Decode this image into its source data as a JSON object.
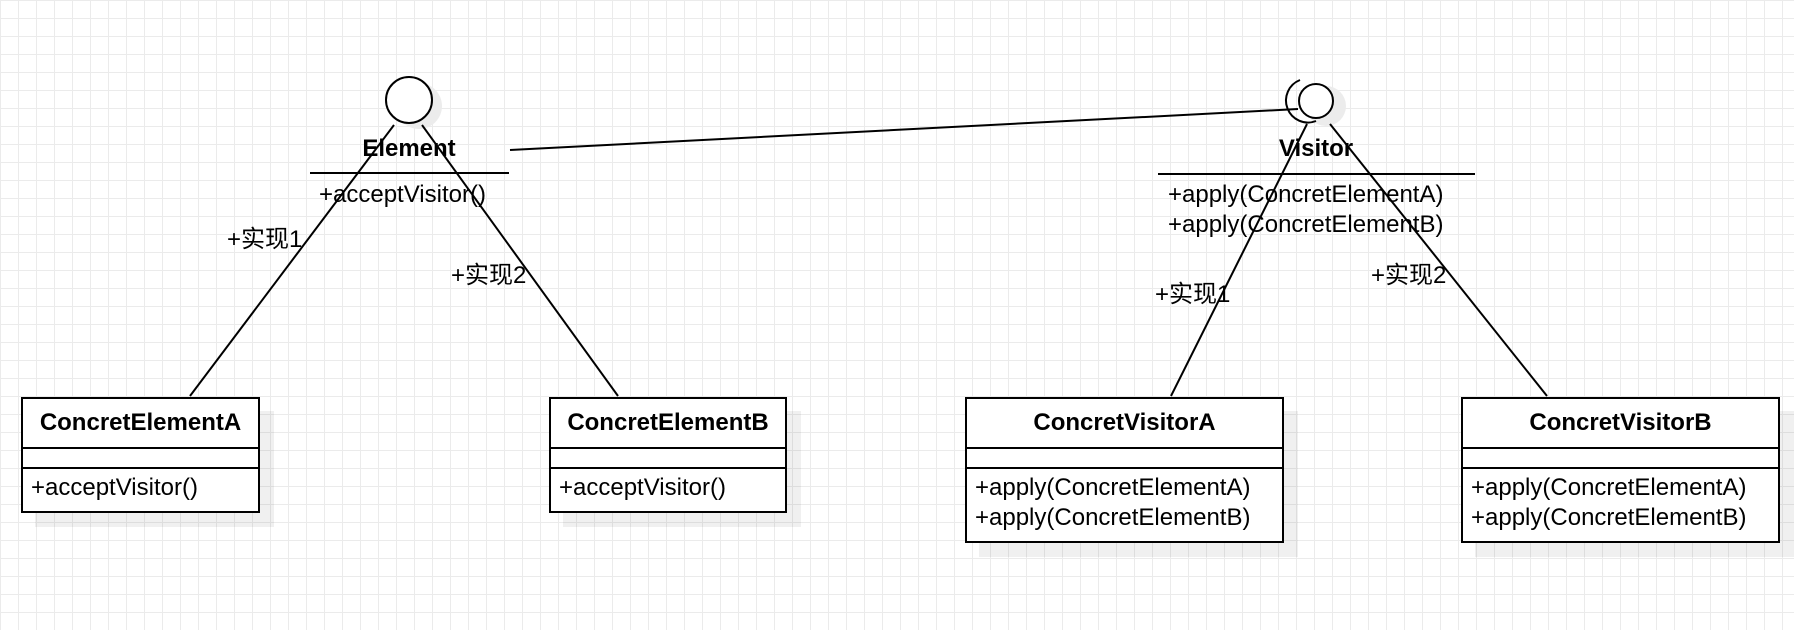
{
  "element_interface": {
    "name": "Element",
    "operations": [
      "+acceptVisitor()"
    ]
  },
  "visitor_interface": {
    "name": "Visitor",
    "operations": [
      "+apply(ConcretElementA)",
      "+apply(ConcretElementB)"
    ]
  },
  "classes": [
    {
      "name": "ConcretElementA",
      "operations": [
        "+acceptVisitor()"
      ]
    },
    {
      "name": "ConcretElementB",
      "operations": [
        "+acceptVisitor()"
      ]
    },
    {
      "name": "ConcretVisitorA",
      "operations": [
        "+apply(ConcretElementA)",
        "+apply(ConcretElementB)"
      ]
    },
    {
      "name": "ConcretVisitorB",
      "operations": [
        "+apply(ConcretElementA)",
        "+apply(ConcretElementB)"
      ]
    }
  ],
  "edge_labels": {
    "element_impl_1": "+实现1",
    "element_impl_2": "+实现2",
    "visitor_impl_1": "+实现1",
    "visitor_impl_2": "+实现2"
  },
  "colors": {
    "stroke": "#000000",
    "grid": "#ebebeb",
    "shadow": "#f0f0f0"
  }
}
